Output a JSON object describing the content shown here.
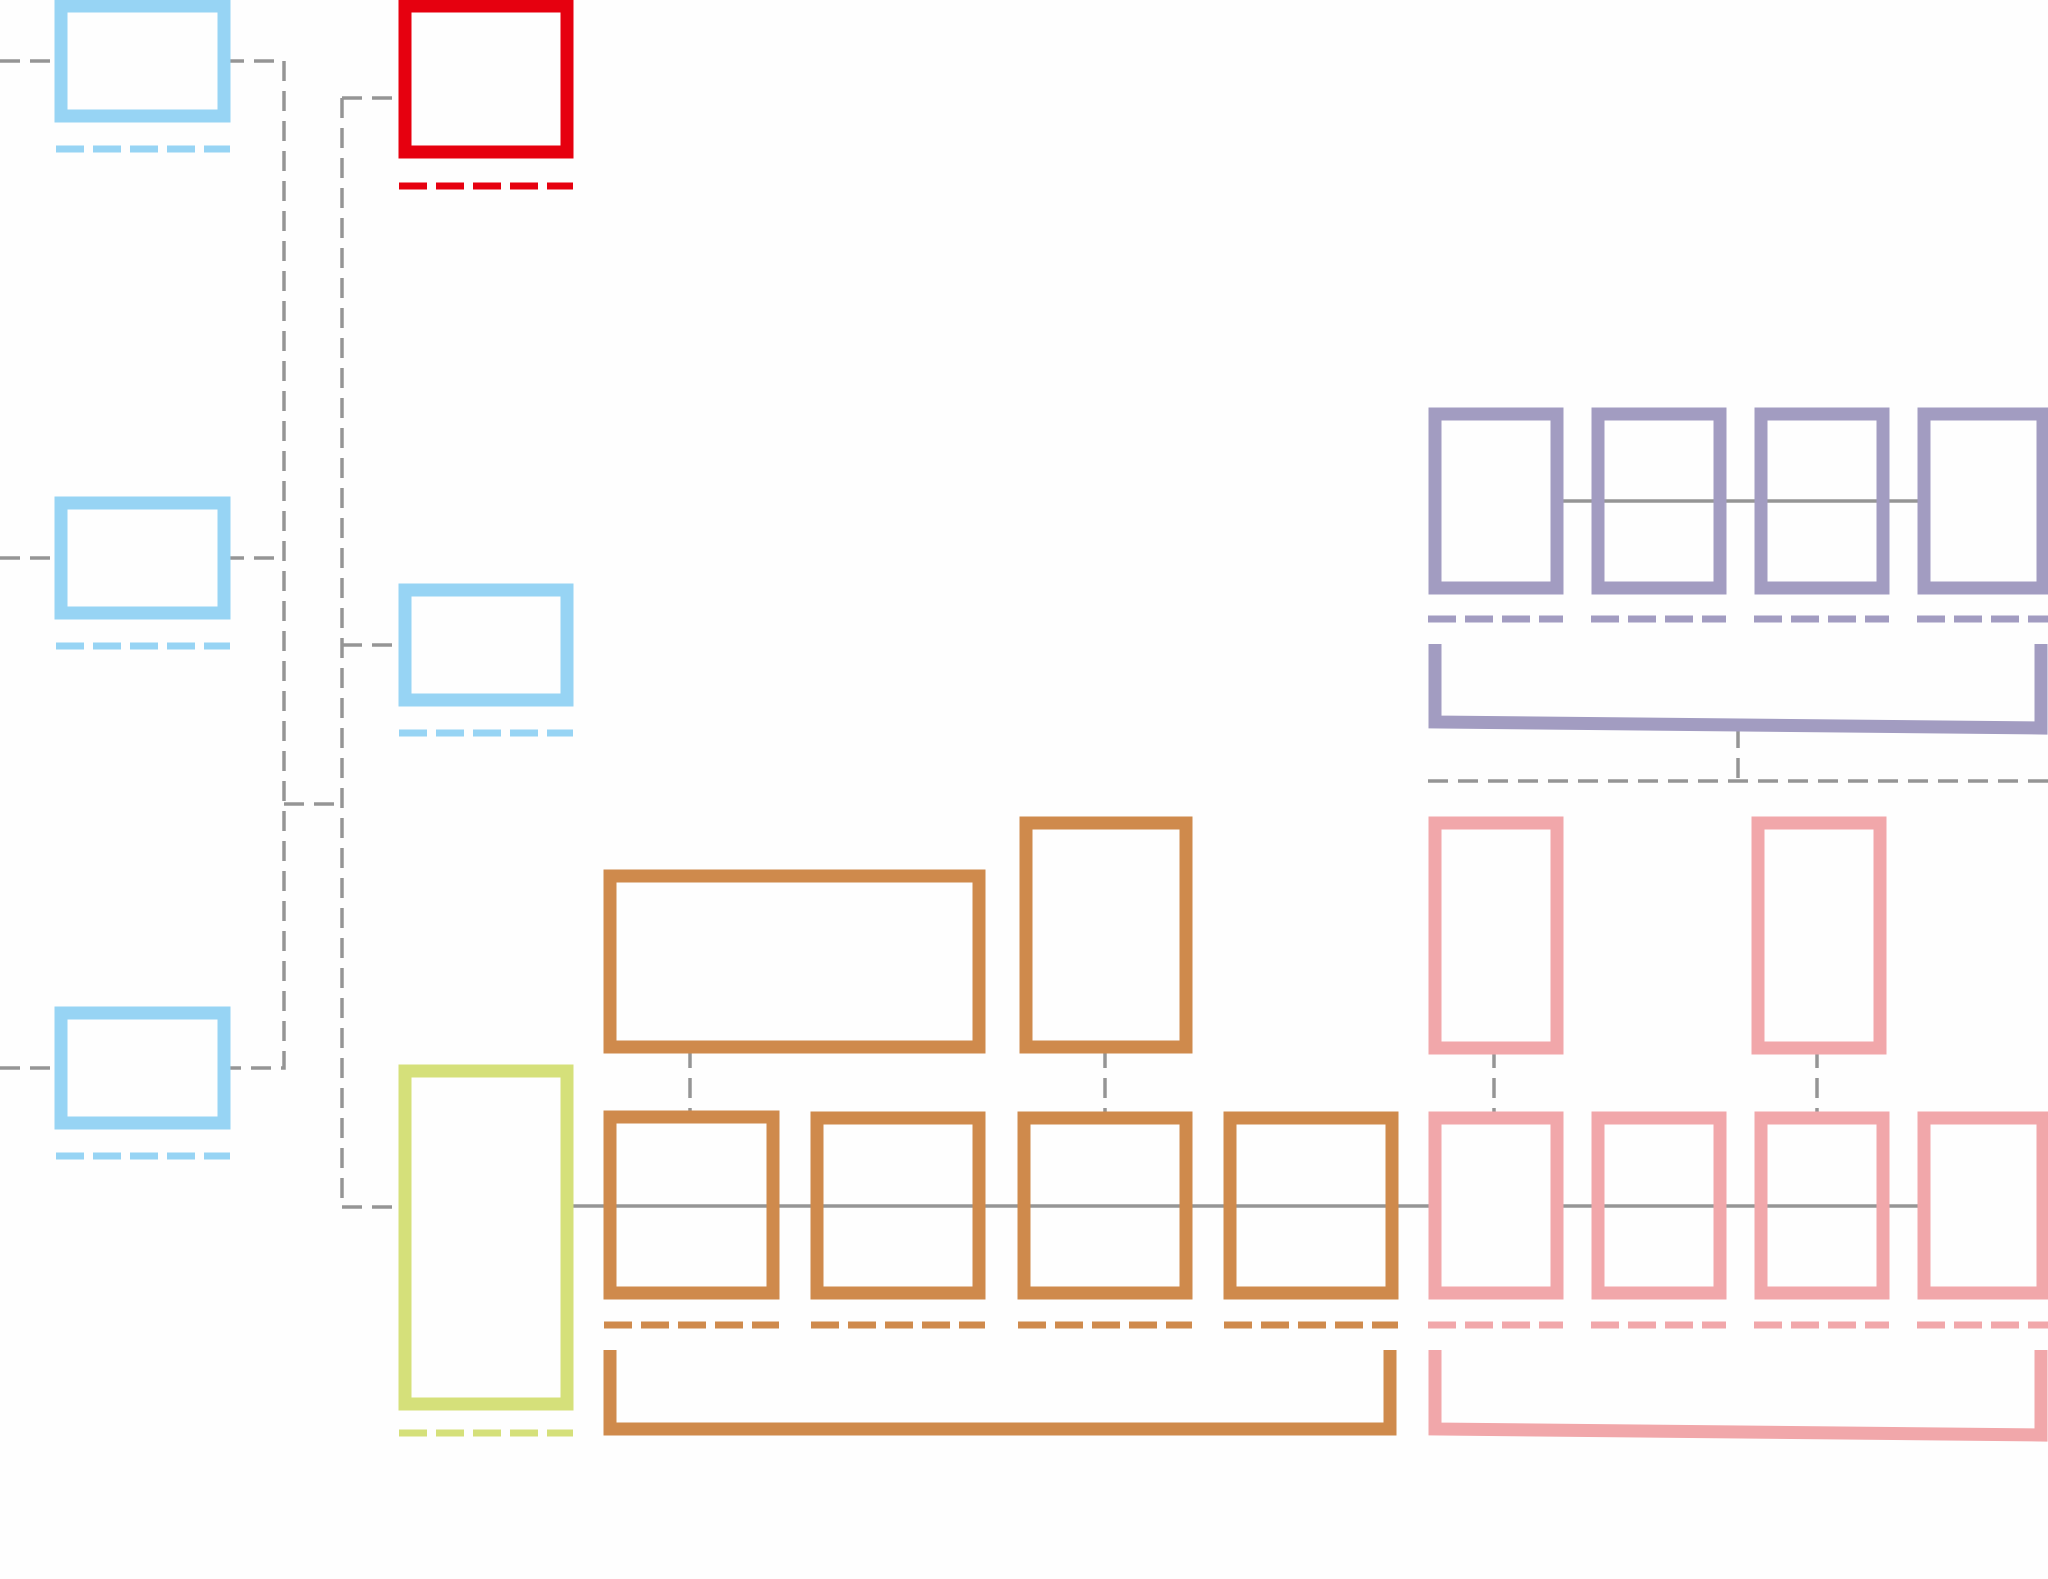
{
  "diagram": {
    "title": "",
    "colors": {
      "blue": "#97d4f4",
      "red": "#e6000f",
      "green": "#d5e07a",
      "orange": "#cf8a4c",
      "purple": "#a29cc1",
      "pink": "#f1a7aa",
      "connector": "#959595",
      "background": "#fefefe"
    },
    "nodes": [
      {
        "id": "blue-left-1",
        "color": "blue",
        "label": ""
      },
      {
        "id": "blue-left-2",
        "color": "blue",
        "label": ""
      },
      {
        "id": "blue-left-3",
        "color": "blue",
        "label": ""
      },
      {
        "id": "red-top",
        "color": "red",
        "label": ""
      },
      {
        "id": "blue-mid",
        "color": "blue",
        "label": ""
      },
      {
        "id": "green-tall",
        "color": "green",
        "label": ""
      },
      {
        "id": "orange-wide-top",
        "color": "orange",
        "label": ""
      },
      {
        "id": "orange-tall-top",
        "color": "orange",
        "label": ""
      },
      {
        "id": "orange-row-1",
        "color": "orange",
        "label": ""
      },
      {
        "id": "orange-row-2",
        "color": "orange",
        "label": ""
      },
      {
        "id": "orange-row-3",
        "color": "orange",
        "label": ""
      },
      {
        "id": "orange-row-4",
        "color": "orange",
        "label": ""
      },
      {
        "id": "purple-row-1",
        "color": "purple",
        "label": ""
      },
      {
        "id": "purple-row-2",
        "color": "purple",
        "label": ""
      },
      {
        "id": "purple-row-3",
        "color": "purple",
        "label": ""
      },
      {
        "id": "purple-row-4",
        "color": "purple",
        "label": ""
      },
      {
        "id": "pink-tall-1",
        "color": "pink",
        "label": ""
      },
      {
        "id": "pink-tall-2",
        "color": "pink",
        "label": ""
      },
      {
        "id": "pink-row-1",
        "color": "pink",
        "label": ""
      },
      {
        "id": "pink-row-2",
        "color": "pink",
        "label": ""
      },
      {
        "id": "pink-row-3",
        "color": "pink",
        "label": ""
      },
      {
        "id": "pink-row-4",
        "color": "pink",
        "label": ""
      }
    ],
    "groups": [
      {
        "id": "orange-group",
        "color": "orange"
      },
      {
        "id": "pink-group",
        "color": "pink"
      },
      {
        "id": "purple-group",
        "color": "purple"
      }
    ]
  }
}
